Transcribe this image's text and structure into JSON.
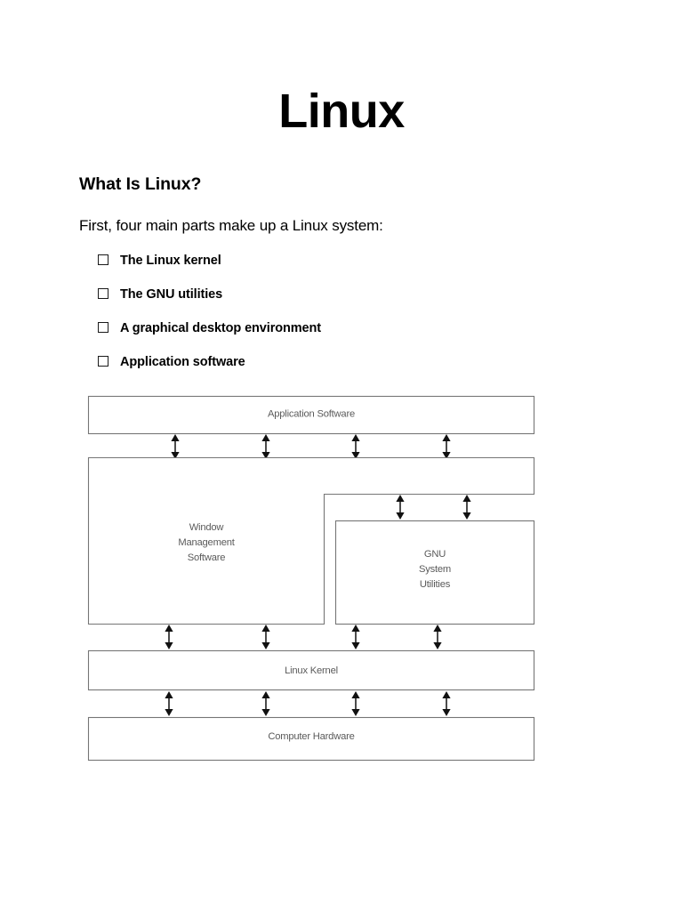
{
  "document": {
    "title": "Linux",
    "heading": "What Is Linux?",
    "intro": "First, four main parts make up a Linux system:",
    "bullets": [
      {
        "marker": "empty-square",
        "text": "The Linux kernel"
      },
      {
        "marker": "empty-square",
        "text": "The GNU utilities"
      },
      {
        "marker": "empty-square",
        "text": "A graphical desktop environment"
      },
      {
        "marker": "empty-square",
        "text": "Application software"
      }
    ]
  },
  "diagram": {
    "type": "layered-architecture",
    "description": "Linux system layer stack with bidirectional arrows between layers",
    "layers": [
      {
        "id": "application-software",
        "label": "Application Software"
      },
      {
        "id": "window-management-software",
        "label": "Window\nManagement\nSoftware",
        "line1": "Window",
        "line2": "Management",
        "line3": "Software"
      },
      {
        "id": "gnu-system-utilities",
        "label": "GNU\nSystem\nUtilities",
        "line1": "GNU",
        "line2": "System",
        "line3": "Utilities"
      },
      {
        "id": "linux-kernel",
        "label": "Linux Kernel"
      },
      {
        "id": "computer-hardware",
        "label": "Computer Hardware"
      }
    ],
    "colors": {
      "box_stroke": "#767676",
      "label_text": "#5a5a5a",
      "arrow": "#111111",
      "background": "#ffffff"
    },
    "arrow_groups": [
      {
        "between": [
          "application-software",
          "window-management-software"
        ],
        "count": 4
      },
      {
        "between": [
          "window-management-software",
          "gnu-system-utilities"
        ],
        "count": 2
      },
      {
        "between": [
          "window-management-software",
          "linux-kernel"
        ],
        "count": 2
      },
      {
        "between": [
          "gnu-system-utilities",
          "linux-kernel"
        ],
        "count": 2
      },
      {
        "between": [
          "linux-kernel",
          "computer-hardware"
        ],
        "count": 4
      }
    ]
  }
}
